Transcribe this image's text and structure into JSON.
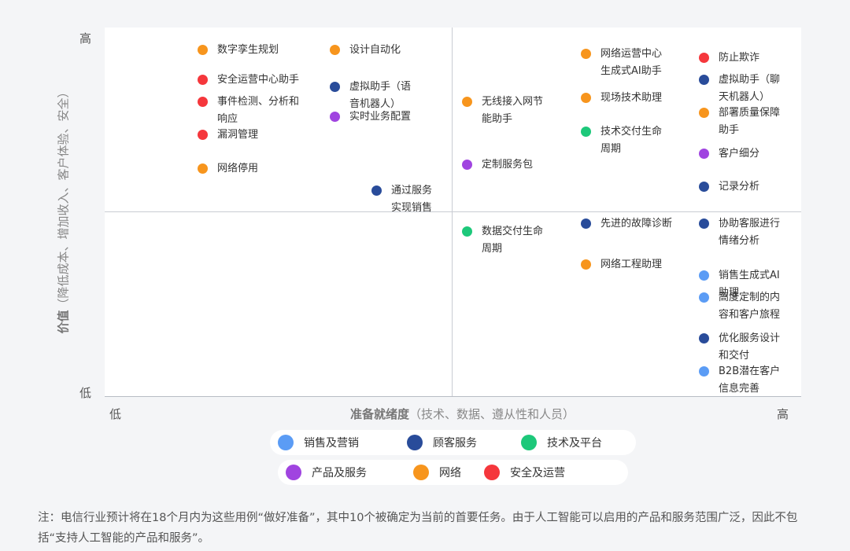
{
  "chart_data": {
    "type": "scatter",
    "xlabel_bold": "准备就绪度",
    "xlabel_rest": "（技术、数据、遵从性和人员）",
    "ylabel_bold": "价值",
    "ylabel_rest": "（降低成本、增加收入、客户体验、安全）",
    "x_ticks": {
      "low": "低",
      "high": "高"
    },
    "y_ticks": {
      "low": "低",
      "high": "高"
    },
    "categories": [
      {
        "key": "sales",
        "name": "销售及营销",
        "color": "#5b9cf5"
      },
      {
        "key": "customer",
        "name": "顾客服务",
        "color": "#294c9a"
      },
      {
        "key": "tech",
        "name": "技术及平台",
        "color": "#1dc87a"
      },
      {
        "key": "product",
        "name": "产品及服务",
        "color": "#a044e0"
      },
      {
        "key": "network",
        "name": "网络",
        "color": "#f7951d"
      },
      {
        "key": "security",
        "name": "安全及运营",
        "color": "#f5373c"
      }
    ],
    "points": [
      {
        "label": "数字孪生规划",
        "category": "network",
        "x": 0.14,
        "y": 0.94
      },
      {
        "label": "设计自动化",
        "category": "network",
        "x": 0.33,
        "y": 0.94
      },
      {
        "label": "安全运营中心助手",
        "category": "security",
        "x": 0.14,
        "y": 0.86
      },
      {
        "label": "事件检测、分析和\n响应",
        "category": "security",
        "x": 0.14,
        "y": 0.8
      },
      {
        "label": "虚拟助手（语\n音机器人）",
        "category": "customer",
        "x": 0.33,
        "y": 0.84
      },
      {
        "label": "实时业务配置",
        "category": "product",
        "x": 0.33,
        "y": 0.76
      },
      {
        "label": "漏洞管理",
        "category": "security",
        "x": 0.14,
        "y": 0.71
      },
      {
        "label": "网络停用",
        "category": "network",
        "x": 0.14,
        "y": 0.62
      },
      {
        "label": "通过服务\n实现销售",
        "category": "customer",
        "x": 0.39,
        "y": 0.56
      },
      {
        "label": "网络运营中心\n生成式AI助手",
        "category": "network",
        "x": 0.69,
        "y": 0.93
      },
      {
        "label": "防止欺诈",
        "category": "security",
        "x": 0.86,
        "y": 0.92
      },
      {
        "label": "虚拟助手（聊\n天机器人）",
        "category": "customer",
        "x": 0.86,
        "y": 0.86
      },
      {
        "label": "无线接入网节\n能助手",
        "category": "network",
        "x": 0.52,
        "y": 0.8
      },
      {
        "label": "现场技术助理",
        "category": "network",
        "x": 0.69,
        "y": 0.81
      },
      {
        "label": "部署质量保障\n助手",
        "category": "network",
        "x": 0.86,
        "y": 0.77
      },
      {
        "label": "技术交付生命\n周期",
        "category": "tech",
        "x": 0.69,
        "y": 0.72
      },
      {
        "label": "客户细分",
        "category": "product",
        "x": 0.86,
        "y": 0.66
      },
      {
        "label": "定制服务包",
        "category": "product",
        "x": 0.52,
        "y": 0.63
      },
      {
        "label": "记录分析",
        "category": "customer",
        "x": 0.86,
        "y": 0.57
      },
      {
        "label": "数据交付生命\n周期",
        "category": "tech",
        "x": 0.52,
        "y": 0.45
      },
      {
        "label": "先进的故障诊断",
        "category": "customer",
        "x": 0.69,
        "y": 0.47
      },
      {
        "label": "协助客服进行\n情绪分析",
        "category": "customer",
        "x": 0.86,
        "y": 0.47
      },
      {
        "label": "网络工程助理",
        "category": "network",
        "x": 0.69,
        "y": 0.36
      },
      {
        "label": "销售生成式AI\n助理",
        "category": "sales",
        "x": 0.86,
        "y": 0.33
      },
      {
        "label": "高度定制的内\n容和客户旅程",
        "category": "sales",
        "x": 0.86,
        "y": 0.27
      },
      {
        "label": "优化服务设计\n和交付",
        "category": "customer",
        "x": 0.86,
        "y": 0.16
      },
      {
        "label": "B2B潜在客户\n信息完善",
        "category": "sales",
        "x": 0.86,
        "y": 0.07
      }
    ]
  },
  "legend": {
    "row1": [
      "sales",
      "customer",
      "tech"
    ],
    "row2": [
      "product",
      "network",
      "security"
    ]
  },
  "footnote": "注：电信行业预计将在18个月内为这些用例“做好准备”，其中10个被确定为当前的首要任务。由于人工智能可以启用的产品和服务范围广泛，因此不包括“支持人工智能的产品和服务”。"
}
